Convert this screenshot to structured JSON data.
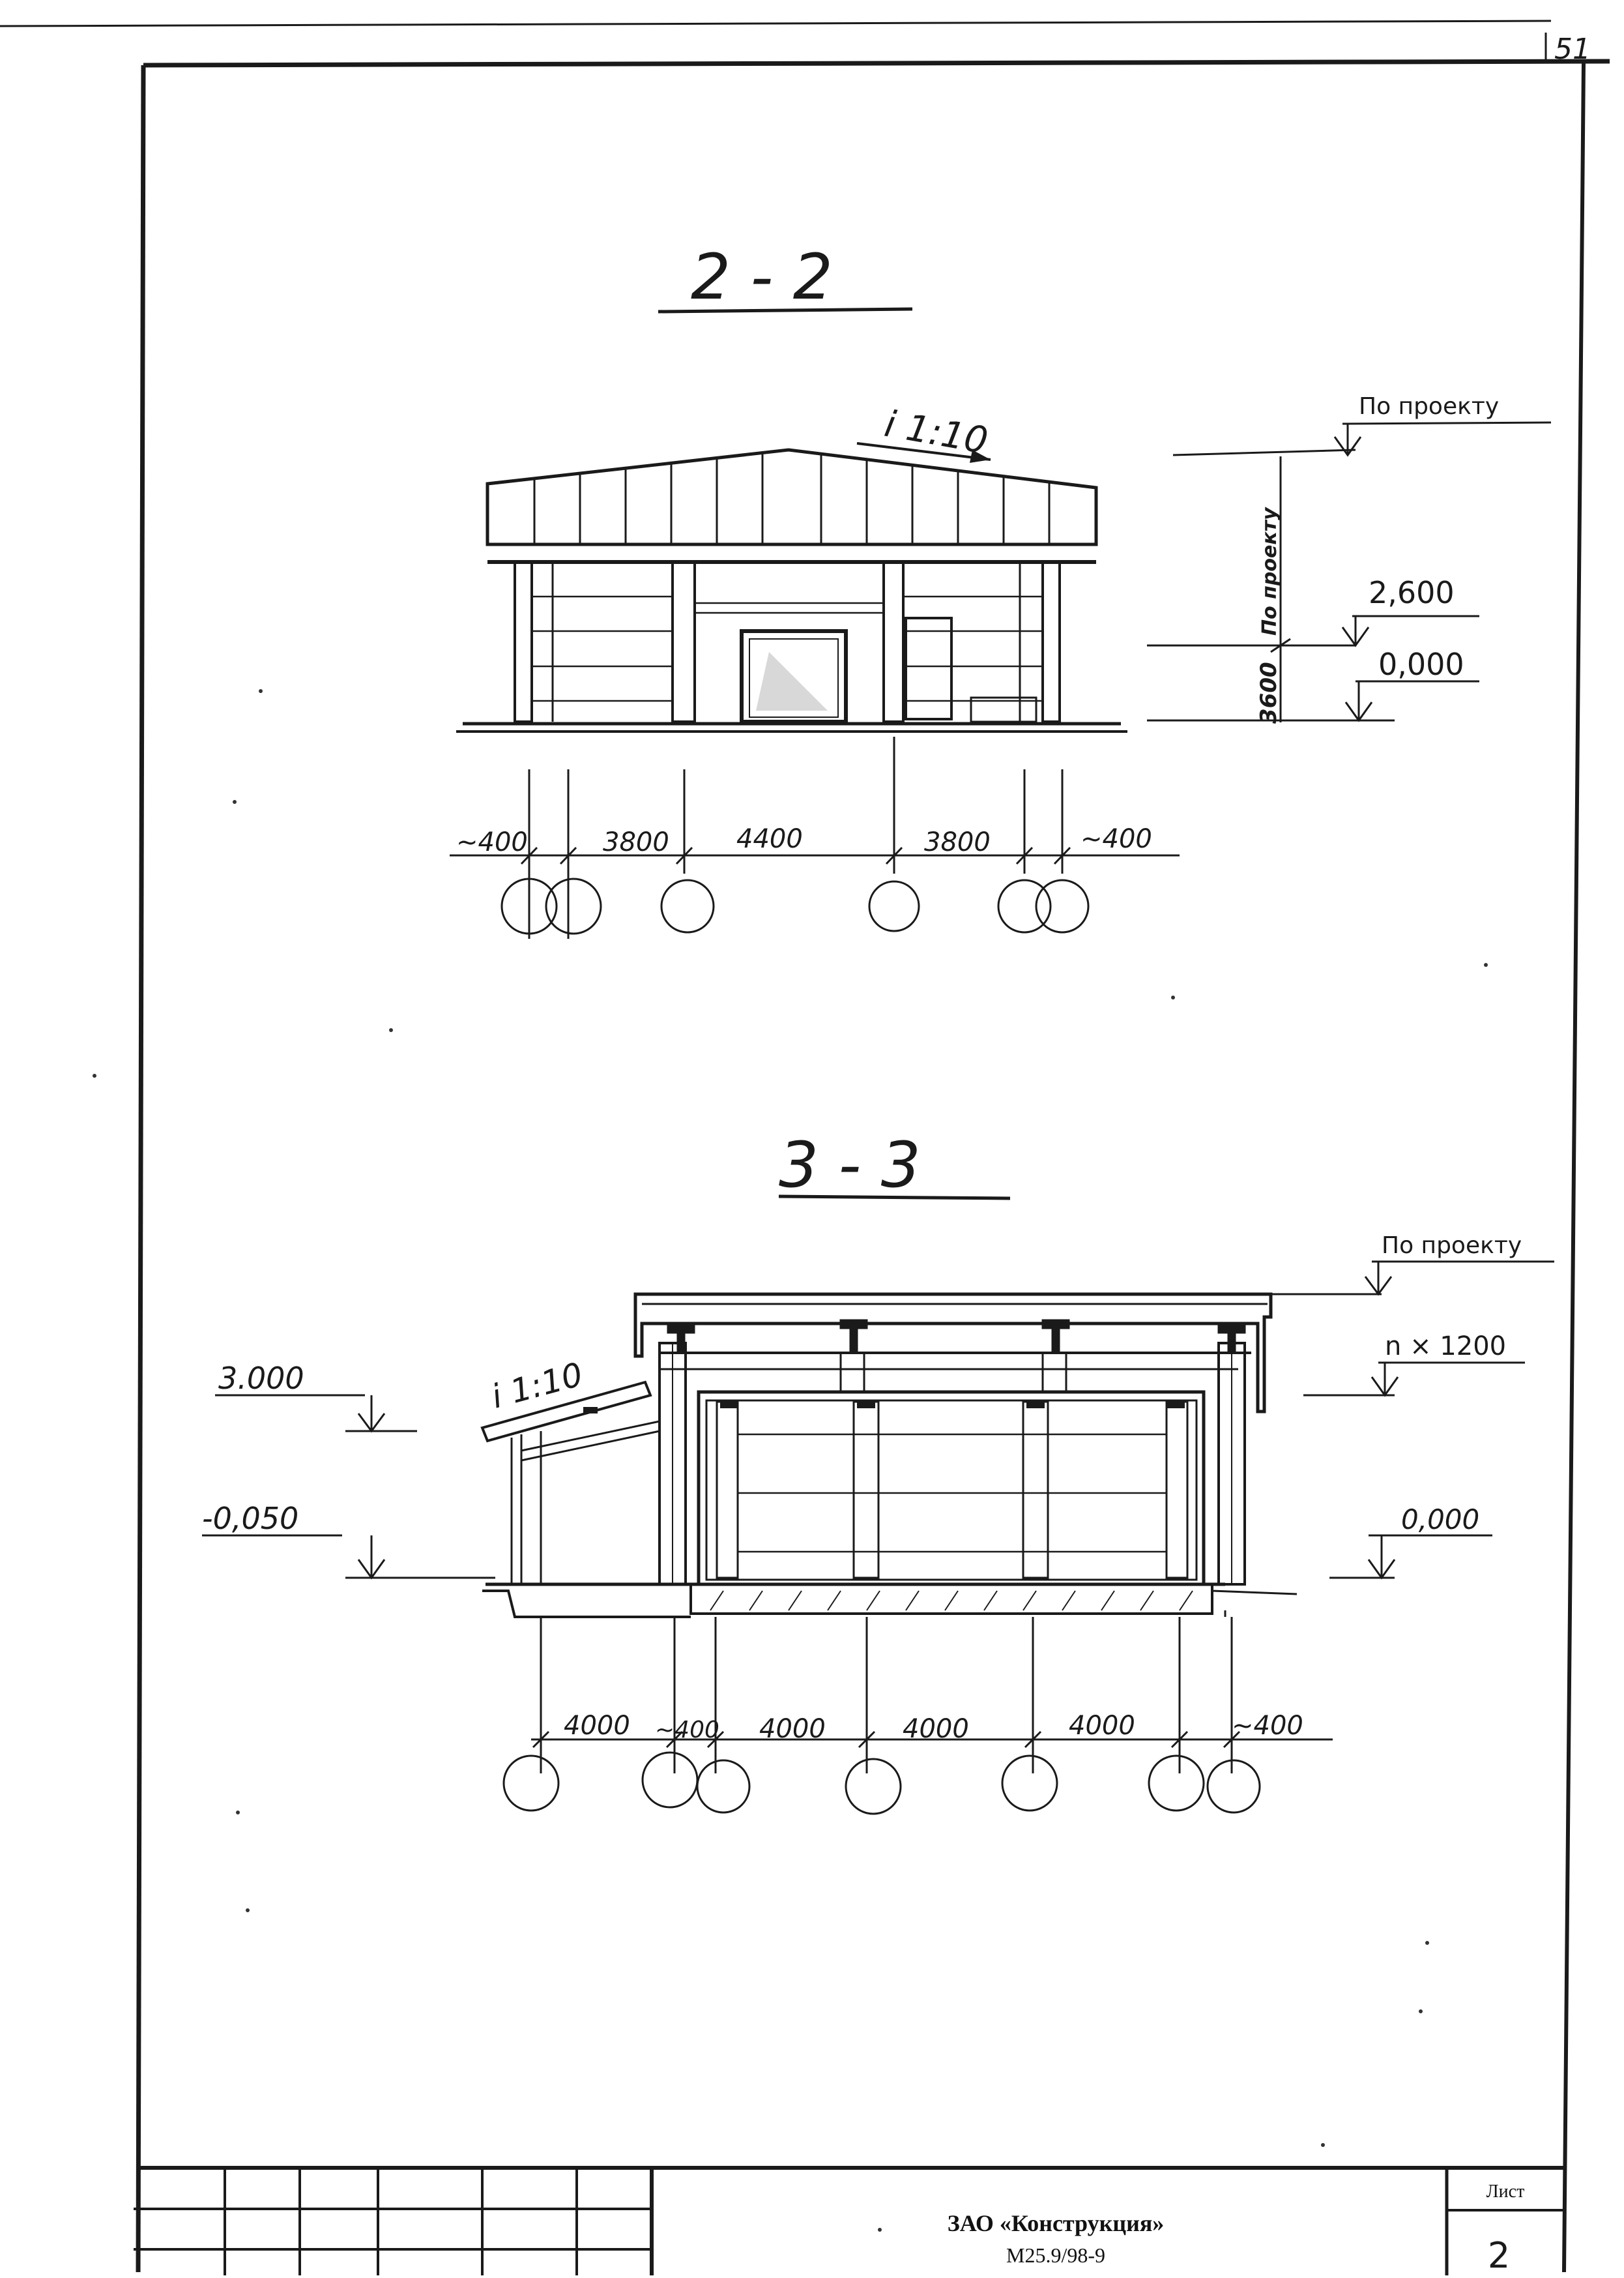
{
  "corner_number": "51",
  "section_a": {
    "title": "2 - 2",
    "slope": "i 1:10",
    "level_top": "По проекту",
    "level_mid": "2,600",
    "level_zero": "0,000",
    "vertical_dim": "3600",
    "vertical_label": "По проекту",
    "dims": [
      "~400",
      "3800",
      "4400",
      "3800",
      "~400"
    ]
  },
  "section_b": {
    "title": "3 - 3",
    "slope": "i 1:10",
    "level_top": "По проекту",
    "level_n": "n × 1200",
    "level_zero": "0,000",
    "level_left_top": "3.000",
    "level_left_bottom": "-0,050",
    "dims": [
      "4000",
      "~400",
      "4000",
      "4000",
      "4000",
      "~400"
    ]
  },
  "title_block": {
    "company": "ЗАО «Конструкция»",
    "code": "М25.9/98-9",
    "sheet_label": "Лист",
    "sheet_number": "2"
  }
}
